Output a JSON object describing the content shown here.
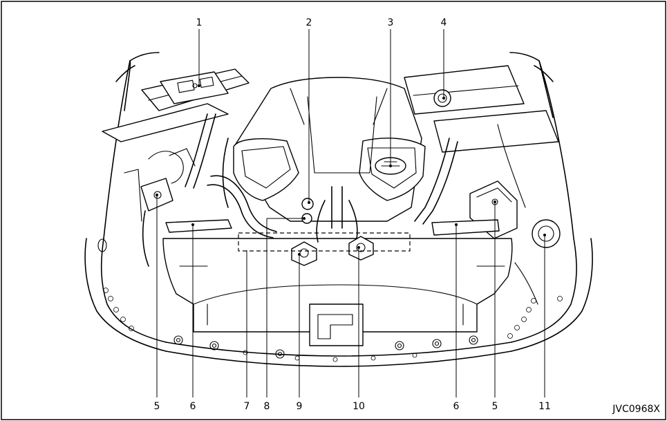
{
  "callouts": {
    "c1": "1",
    "c2": "2",
    "c3": "3",
    "c4": "4",
    "c5_left": "5",
    "c6_left": "6",
    "c7": "7",
    "c8": "8",
    "c9": "9",
    "c10": "10",
    "c6_right": "6",
    "c5_right": "5",
    "c11": "11"
  },
  "figure_code": "JVC0968X",
  "colors": {
    "line": "#000000",
    "background": "#ffffff"
  }
}
